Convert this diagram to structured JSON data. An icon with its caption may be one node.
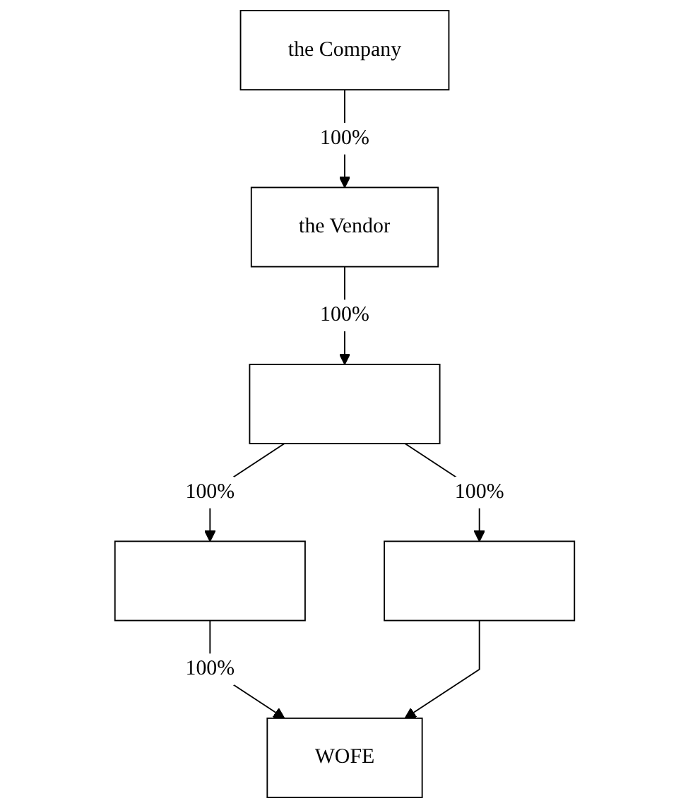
{
  "diagram": {
    "nodes": [
      {
        "text": [
          "the Company"
        ]
      },
      {
        "text": [
          "the Vendor"
        ]
      },
      {
        "text": [],
        "shape": "box"
      },
      {
        "text": [],
        "shape": "box"
      },
      {
        "text": [],
        "shape": "box"
      },
      {
        "text": [
          "WOFE"
        ]
      }
    ],
    "edges": [
      {
        "from": 0,
        "to": 1,
        "arrow": "to",
        "label": "100%"
      },
      {
        "from": 1,
        "to": 2,
        "arrow": "to",
        "label": "100%"
      },
      {
        "from": 2,
        "to": 3,
        "arrow": "to",
        "label": "100%"
      },
      {
        "from": 2,
        "to": 4,
        "arrow": "to",
        "label": "100%"
      },
      {
        "from": 3,
        "to": 5,
        "arrow": "to",
        "label": "100%"
      },
      {
        "from": 4,
        "to": 5,
        "arrow": "to"
      }
    ]
  }
}
